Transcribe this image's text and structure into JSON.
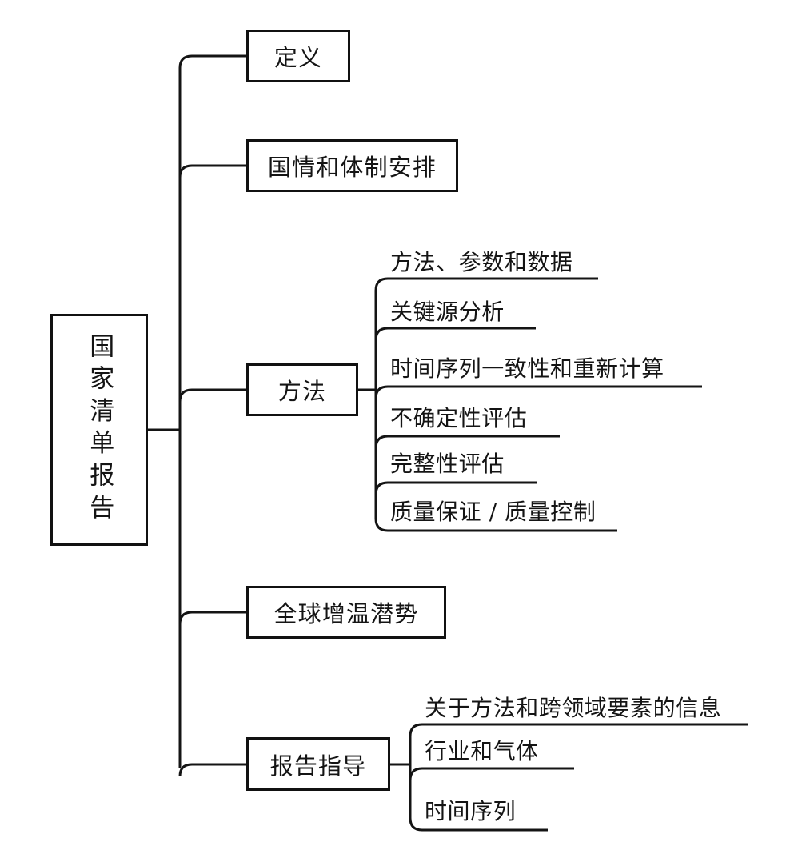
{
  "diagram": {
    "title": "国家清单报告",
    "type": "tree-mindmap",
    "root": {
      "label": "国家清单报告",
      "orientation": "vertical-text"
    },
    "branches": [
      {
        "label": "定义",
        "shape": "box",
        "children": []
      },
      {
        "label": "国情和体制安排",
        "shape": "box",
        "children": []
      },
      {
        "label": "方法",
        "shape": "box",
        "children": [
          {
            "label": "方法、参数和数据"
          },
          {
            "label": "关键源分析"
          },
          {
            "label": "时间序列一致性和重新计算"
          },
          {
            "label": "不确定性评估"
          },
          {
            "label": "完整性评估"
          },
          {
            "label": "质量保证 / 质量控制"
          }
        ]
      },
      {
        "label": "全球增温潜势",
        "shape": "box",
        "children": []
      },
      {
        "label": "报告指导",
        "shape": "box",
        "children": [
          {
            "label": "关于方法和跨领域要素的信息"
          },
          {
            "label": "行业和气体"
          },
          {
            "label": "时间序列"
          }
        ]
      }
    ],
    "style": {
      "line_color": "#141414",
      "box_border_color": "#111111",
      "background": "#ffffff",
      "text_color": "#141414"
    }
  }
}
